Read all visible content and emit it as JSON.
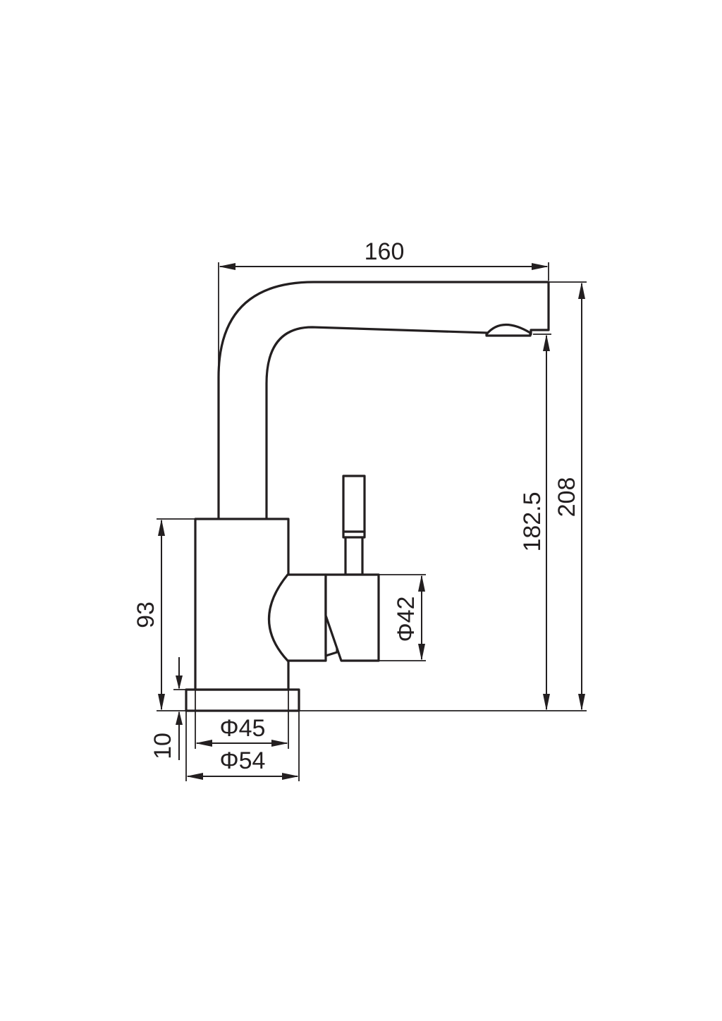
{
  "drawing": {
    "dimensions": {
      "spout_reach": "160",
      "total_height": "208",
      "outlet_height": "182.5",
      "body_height": "93",
      "base_height": "10",
      "handle_diameter": "Φ42",
      "body_diameter": "Φ45",
      "base_diameter": "Φ54"
    }
  }
}
